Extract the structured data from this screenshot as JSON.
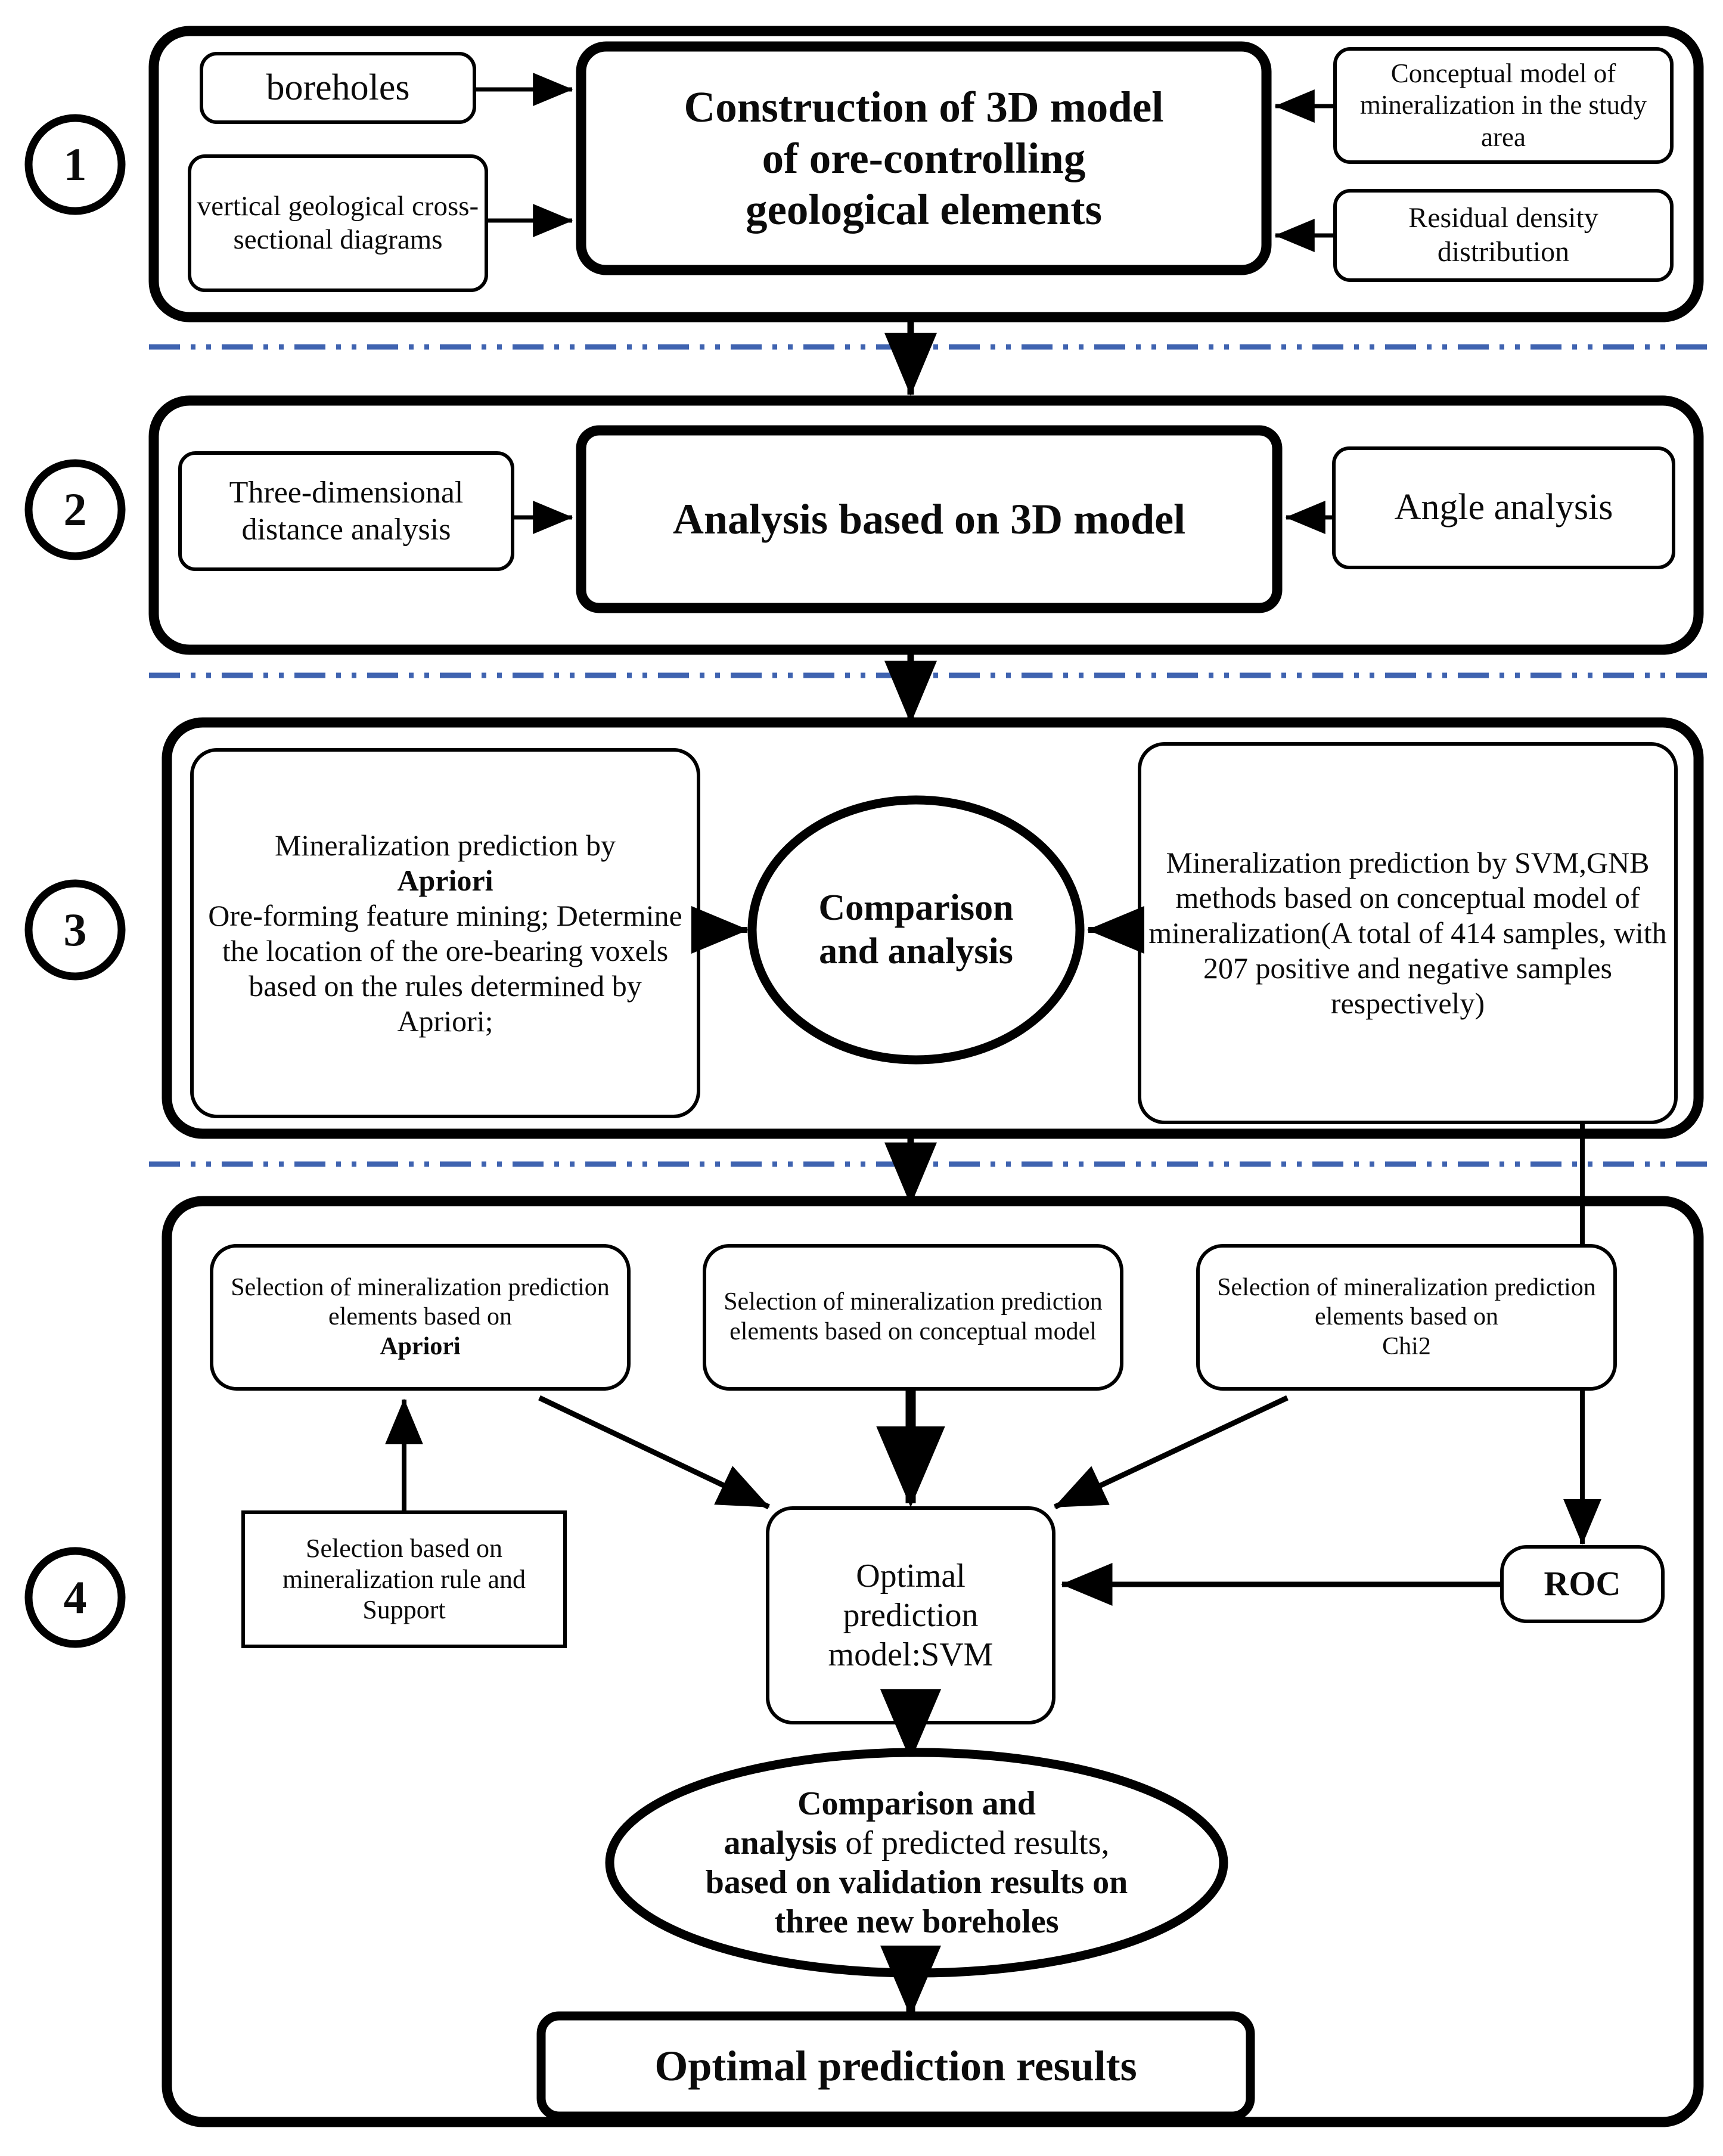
{
  "diagram": {
    "title": "Mineralization prediction workflow flowchart",
    "type": "flowchart",
    "background_color": "#ffffff",
    "line_color": "#000000",
    "divider_color": "#3f63b0",
    "font_style": "serif"
  },
  "steps": [
    {
      "number": "1",
      "label": "1"
    },
    {
      "number": "2",
      "label": "2"
    },
    {
      "number": "3",
      "label": "3"
    },
    {
      "number": "4",
      "label": "4"
    }
  ],
  "section1": {
    "boreholes": "boreholes",
    "cross_sections": "vertical geological cross-sectional diagrams",
    "main": "Construction of 3D model of ore-controlling geological elements",
    "main_line1": "Construction of 3D model",
    "main_line2": "of ore-controlling",
    "main_line3": "geological elements",
    "conceptual_model": "Conceptual model of mineralization in the study area",
    "residual_density": "Residual density distribution"
  },
  "section2": {
    "distance_analysis": "Three-dimensional distance analysis",
    "main": "Analysis based on 3D model",
    "angle_analysis": "Angle analysis"
  },
  "section3": {
    "apriori_head": "Mineralization prediction by",
    "apriori_bold": "Apriori",
    "apriori_body": "Ore-forming feature mining; Determine the location of the ore-bearing voxels based on the rules determined by Apriori;",
    "comparison_line1": "Comparison",
    "comparison_line2": "and analysis",
    "svm_gnb": "Mineralization prediction by SVM,GNB methods based on conceptual model of mineralization(A total of 414 samples, with 207 positive and negative samples respectively)",
    "sample_total": "414",
    "sample_positive": "207",
    "sample_negative": "207"
  },
  "section4": {
    "select_apriori_head": "Selection of mineralization prediction elements based on",
    "select_apriori_bold": "Apriori",
    "select_conceptual": "Selection of mineralization prediction elements based on conceptual model",
    "select_chi2_head": "Selection of mineralization prediction elements based on",
    "select_chi2_bold": "Chi2",
    "selection_support": "Selection based on mineralization rule and Support",
    "optimal_model_line1": "Optimal",
    "optimal_model_line2": "prediction",
    "optimal_model_line3": "model:SVM",
    "roc": "ROC",
    "comparison_bold": "Comparison and analysis",
    "comparison_rest": "of predicted results, based on validation results on three new boreholes",
    "comparison_line1_b": "Comparison and",
    "comparison_line2_b": "analysis",
    "comparison_line2_r": " of predicted results,",
    "comparison_line3": "based on validation results on",
    "comparison_line4": "three new boreholes",
    "optimal_results": "Optimal prediction results"
  }
}
